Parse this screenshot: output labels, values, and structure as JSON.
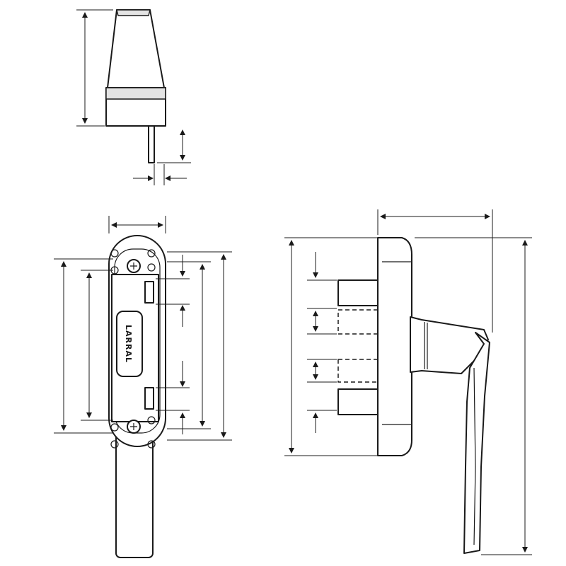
{
  "figure": {
    "views": [
      "top-view",
      "front-view",
      "side-view"
    ],
    "brand_label": "LARRAL",
    "line_color": "#1a1a1a",
    "fill_color": "#ffffff",
    "shade_color": "#e4e4e4",
    "screw_icon": "phillips-screw-icon"
  }
}
